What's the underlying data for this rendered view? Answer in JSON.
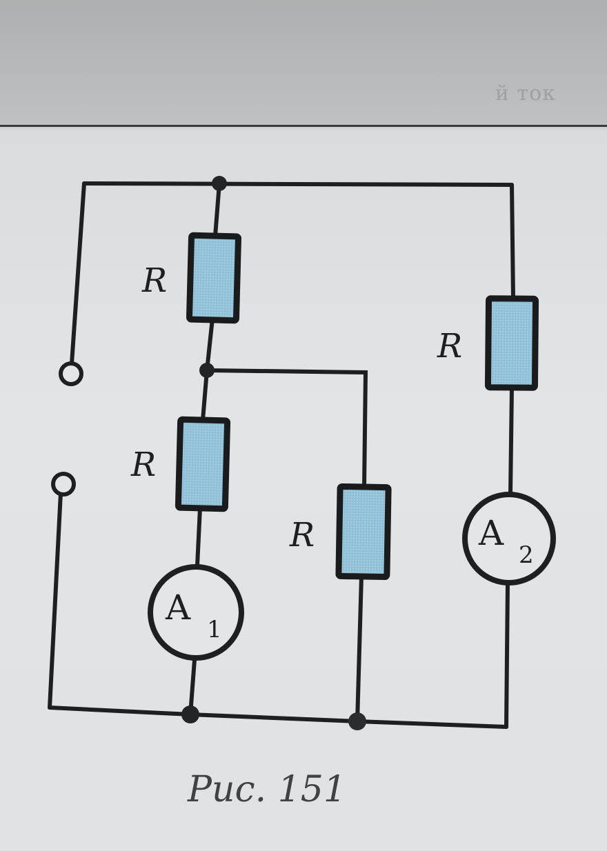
{
  "page": {
    "header_fragment": "й ток",
    "caption": "Рис. 151"
  },
  "diagram": {
    "type": "electric-circuit",
    "components": {
      "resistor_top": {
        "label": "R"
      },
      "resistor_middle_left": {
        "label": "R"
      },
      "resistor_middle_right": {
        "label": "R"
      },
      "resistor_right": {
        "label": "R"
      },
      "ammeter_1": {
        "label": "A",
        "subscript": "1"
      },
      "ammeter_2": {
        "label": "A",
        "subscript": "2"
      }
    },
    "terminals": [
      "input-terminal-top",
      "input-terminal-bottom"
    ],
    "colors": {
      "wire": "#1e1f20",
      "resistor_fill": "#8fbfd6",
      "resistor_border": "#1a1b1c",
      "node": "#232425"
    }
  }
}
